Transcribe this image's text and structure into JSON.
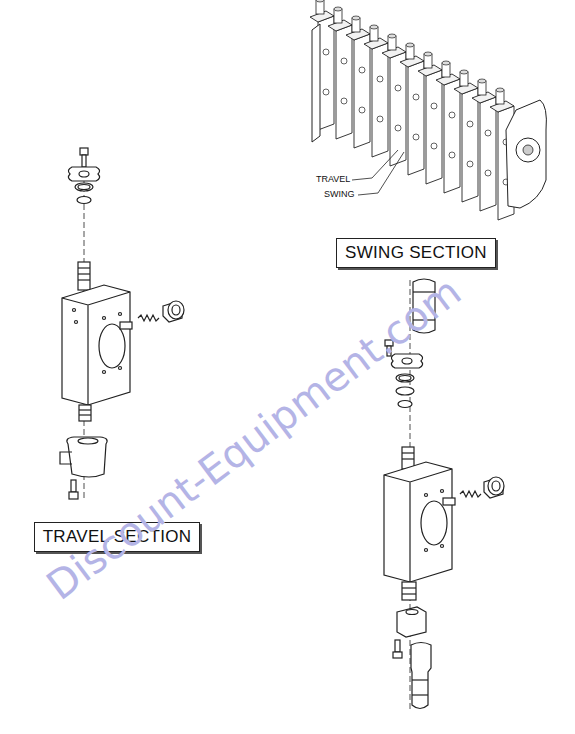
{
  "diagram": {
    "nodes": [
      {
        "text": [
          "TRAVEL SECTION"
        ]
      },
      {
        "text": [
          "SWING SECTION"
        ]
      }
    ],
    "edges": [],
    "labels": [
      "TRAVEL",
      "SWING",
      "Discount-Equipment.com"
    ]
  }
}
